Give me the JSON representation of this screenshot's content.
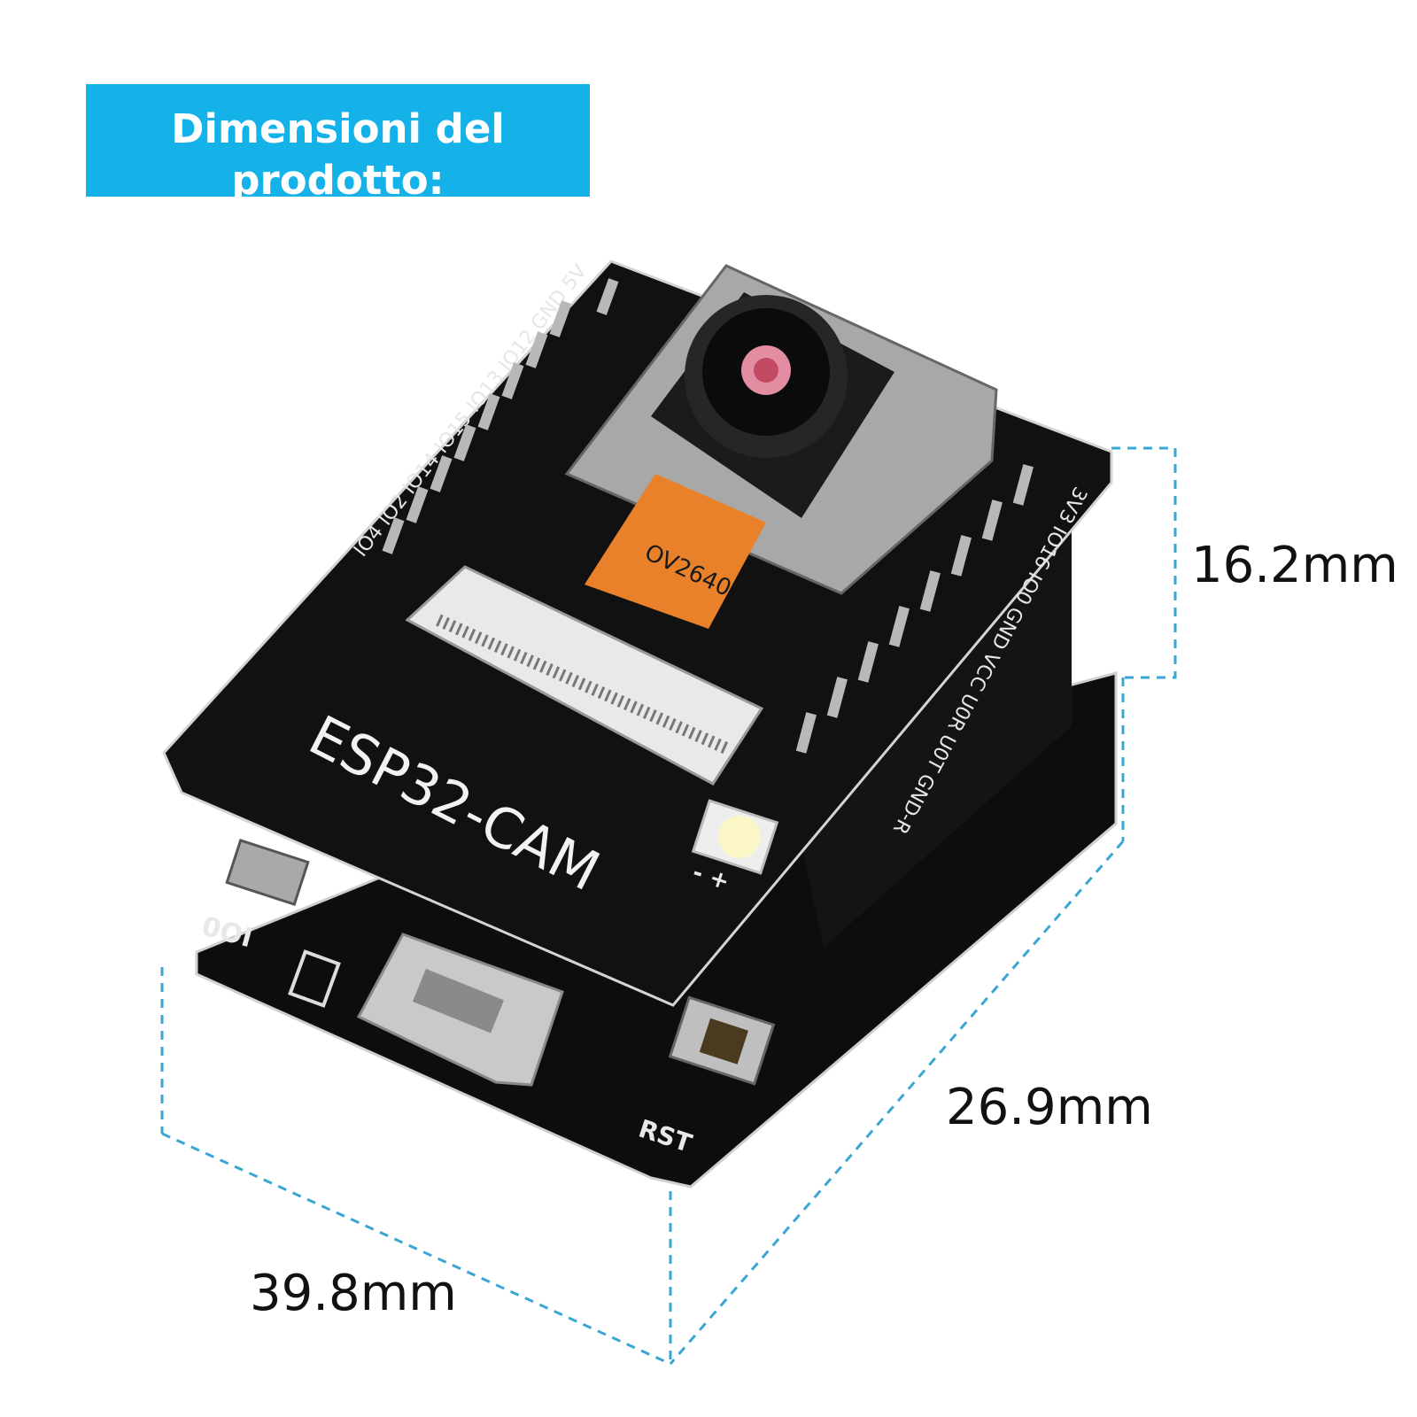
{
  "banner": {
    "title": "Dimensioni del prodotto:"
  },
  "dimensions": {
    "height": "16.2mm",
    "depth": "26.9mm",
    "width": "39.8mm"
  },
  "board": {
    "name": "ESP32-CAM",
    "camera_label": "OV2640",
    "pins_left": "IO4 IO2 IO14 IO15 IO13 IO12 GND 5V",
    "pins_right": "3V3 IO16 IO0 GND VCC U0R U0T GND-R",
    "label_io0": "IO0",
    "label_rst": "RST",
    "led_polarity": "- +"
  },
  "colors": {
    "banner": "#15b2ea",
    "guide_line": "#3aa6d3",
    "pcb": "#111111"
  }
}
